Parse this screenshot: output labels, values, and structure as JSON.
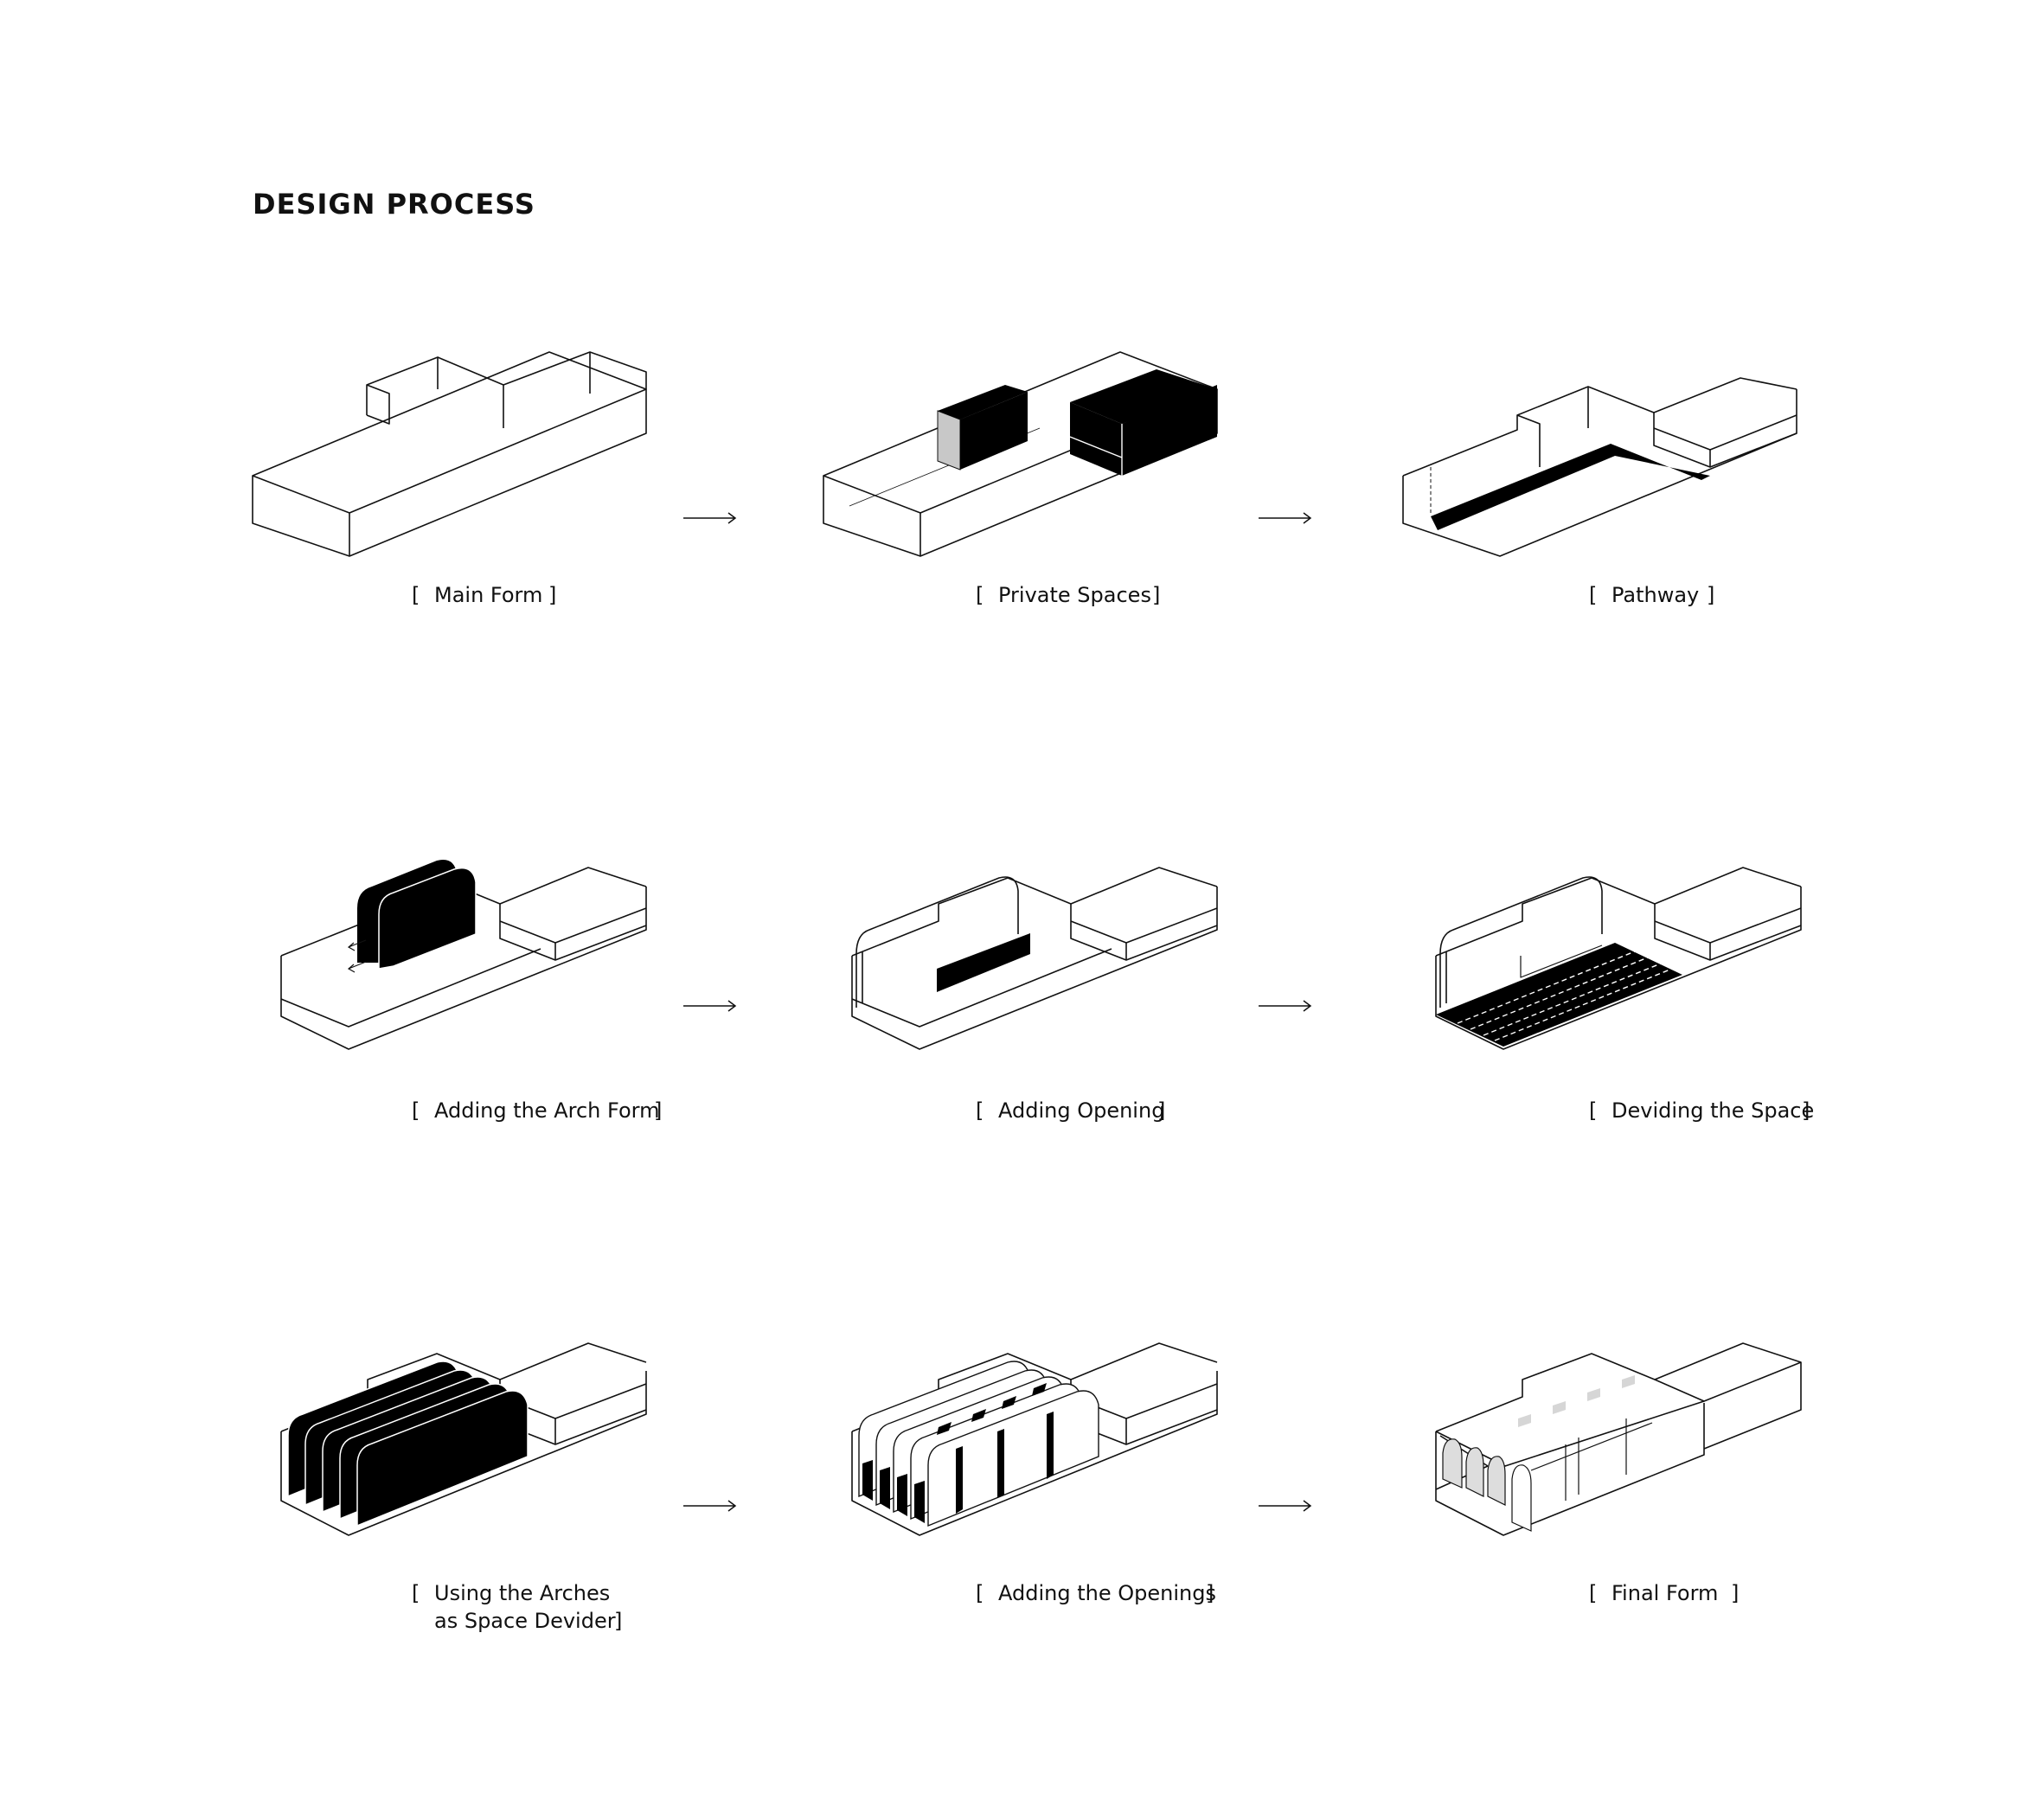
{
  "title": "DESIGN PROCESS",
  "steps": [
    {
      "label": "Main Form"
    },
    {
      "label": "Private Spaces"
    },
    {
      "label": "Pathway"
    },
    {
      "label": "Adding the Arch Form"
    },
    {
      "label": "Adding Opening"
    },
    {
      "label": "Deviding the Space"
    },
    {
      "label": "Using the Arches",
      "label2": "as Space Devider"
    },
    {
      "label": "Adding the Openings"
    },
    {
      "label": "Final Form"
    }
  ],
  "bracket_open": "[",
  "bracket_close": "]",
  "colors": {
    "line": "#111111",
    "fill": "#000000",
    "accent_grey": "#c8c8c8"
  }
}
